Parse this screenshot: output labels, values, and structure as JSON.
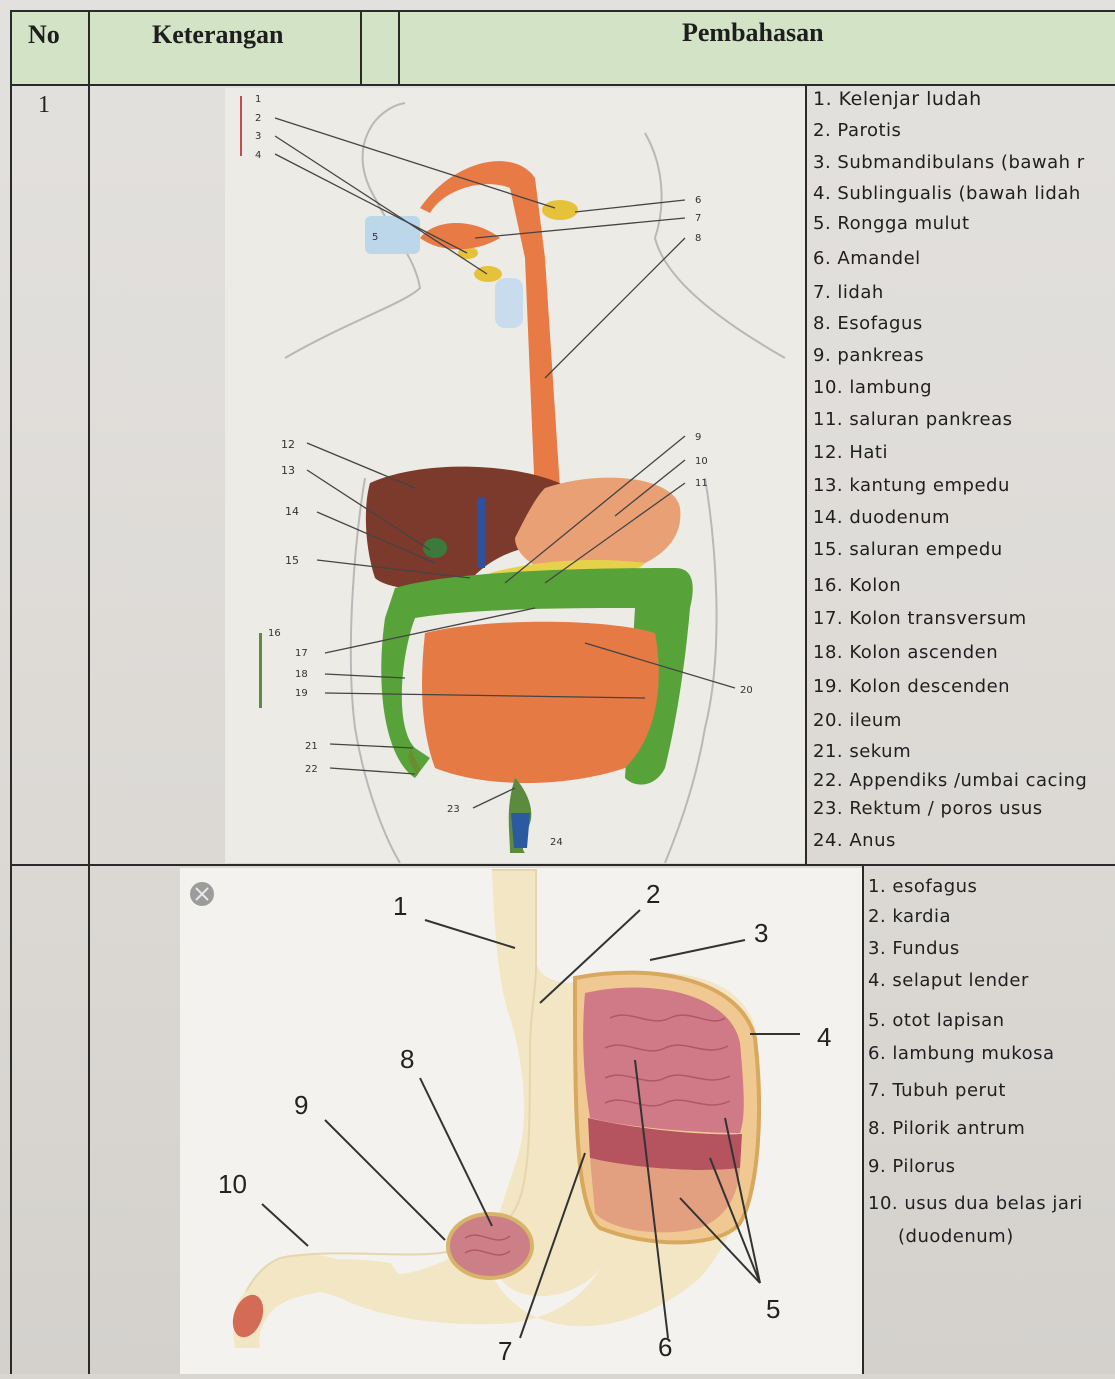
{
  "table": {
    "headers": {
      "no": "No",
      "keterangan": "Keterangan",
      "pembahasan": "Pembahasan"
    },
    "rows": [
      {
        "no": "1"
      },
      {
        "no": ""
      }
    ]
  },
  "figure1": {
    "labels": [
      "1",
      "2",
      "3",
      "4",
      "5",
      "6",
      "7",
      "8",
      "9",
      "10",
      "11",
      "12",
      "13",
      "14",
      "15",
      "16",
      "17",
      "18",
      "19",
      "20",
      "21",
      "22",
      "23",
      "24"
    ]
  },
  "list1": [
    "1. Kelenjar ludah",
    "2. Parotis",
    "3. Submandibulans (bawah r",
    "4. Sublingualis (bawah lidah",
    "5. Rongga mulut",
    "6. Amandel",
    "7. lidah",
    "8. Esofagus",
    "9. pankreas",
    "10. lambung",
    "11. saluran pankreas",
    "12. Hati",
    "13. kantung empedu",
    "14. duodenum",
    "15. saluran empedu",
    "16. Kolon",
    "17. Kolon transversum",
    "18. Kolon ascenden",
    "19. Kolon descenden",
    "20. ileum",
    "21. sekum",
    "22. Appendiks /umbai cacing",
    "23. Rektum / poros usus",
    "24. Anus"
  ],
  "figure2": {
    "labels": [
      "1",
      "2",
      "3",
      "4",
      "5",
      "6",
      "7",
      "8",
      "9",
      "10"
    ]
  },
  "list2": [
    "1. esofagus",
    "2. kardia",
    "3. Fundus",
    "4. selaput lender",
    "5. otot lapisan",
    "6. lambung mukosa",
    "7. Tubuh perut",
    "8. Pilorik antrum",
    "9. Pilorus",
    "10. usus dua belas jari",
    "(duodenum)"
  ]
}
